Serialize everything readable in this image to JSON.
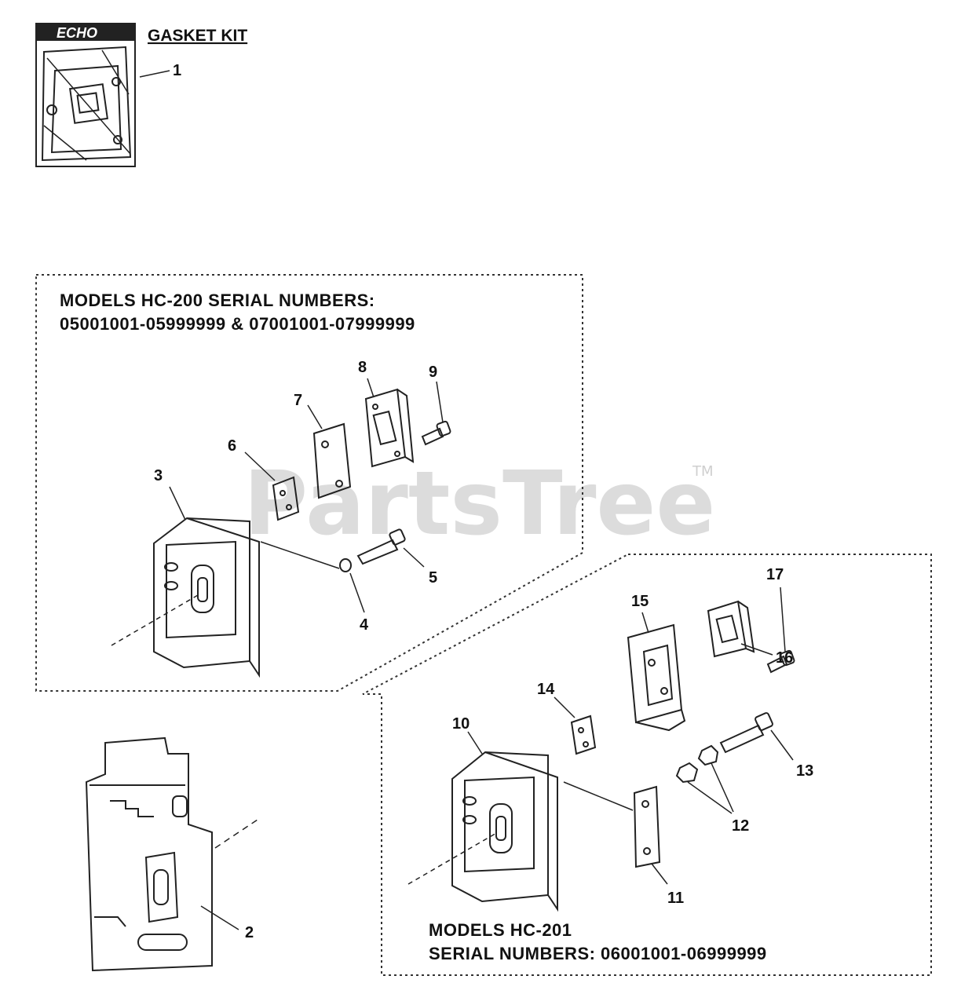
{
  "watermark": {
    "text": "PartsTree",
    "tm": "TM"
  },
  "gasket_kit": {
    "title": "GASKET KIT",
    "logo": "ECHO"
  },
  "sections": {
    "hc200": {
      "line1": "MODELS HC-200 SERIAL NUMBERS:",
      "line2": "05001001-05999999 & 07001001-07999999"
    },
    "hc201": {
      "line1": "MODELS  HC-201",
      "line2": "SERIAL NUMBERS:  06001001-06999999"
    }
  },
  "callouts": [
    "1",
    "2",
    "3",
    "4",
    "5",
    "6",
    "7",
    "8",
    "9",
    "10",
    "11",
    "12",
    "13",
    "14",
    "15",
    "16",
    "17"
  ],
  "colors": {
    "ink": "#222222",
    "watermark": "#dcdcdc",
    "background": "#ffffff"
  }
}
